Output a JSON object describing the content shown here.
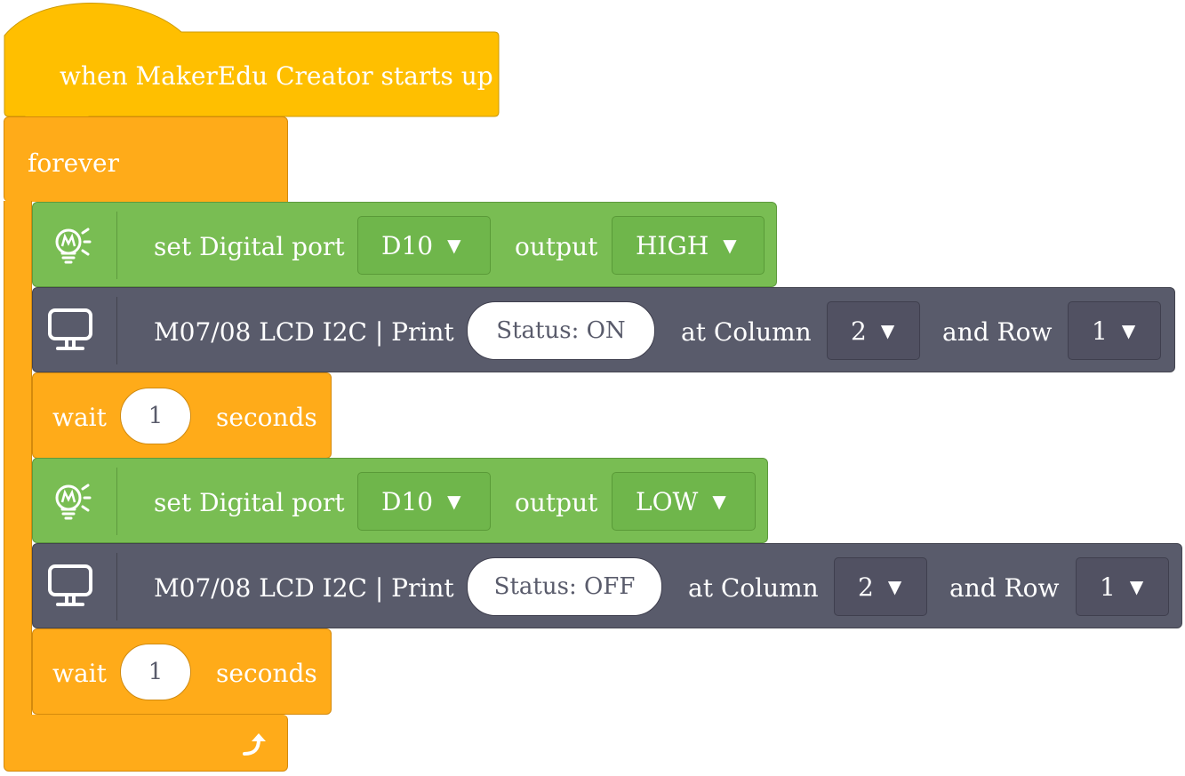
{
  "hat": {
    "label": "when MakerEdu Creator starts up"
  },
  "forever": {
    "label": "forever"
  },
  "blocks": [
    {
      "type": "digital",
      "label": "set Digital port",
      "port": "D10",
      "output_label": "output",
      "value": "HIGH",
      "icon": "lightbulb-gear-icon"
    },
    {
      "type": "lcd",
      "label": "M07/08 LCD I2C | Print",
      "text": "Status: ON",
      "column_label": "at Column",
      "column": "2",
      "row_label": "and Row",
      "row": "1",
      "icon": "monitor-icon"
    },
    {
      "type": "wait",
      "label": "wait",
      "value": "1",
      "unit": "seconds"
    },
    {
      "type": "digital",
      "label": "set Digital port",
      "port": "D10",
      "output_label": "output",
      "value": "LOW",
      "icon": "lightbulb-gear-icon"
    },
    {
      "type": "lcd",
      "label": "M07/08 LCD I2C | Print",
      "text": "Status: OFF",
      "column_label": "at Column",
      "column": "2",
      "row_label": "and Row",
      "row": "1",
      "icon": "monitor-icon"
    },
    {
      "type": "wait",
      "label": "wait",
      "value": "1",
      "unit": "seconds"
    }
  ],
  "loop_icon": "loop-arrow-icon",
  "dropdown_arrow": "▼",
  "colors": {
    "event": "#ffbf00",
    "control": "#ffab19",
    "digital": "#79bd53",
    "lcd": "#595b6b"
  }
}
